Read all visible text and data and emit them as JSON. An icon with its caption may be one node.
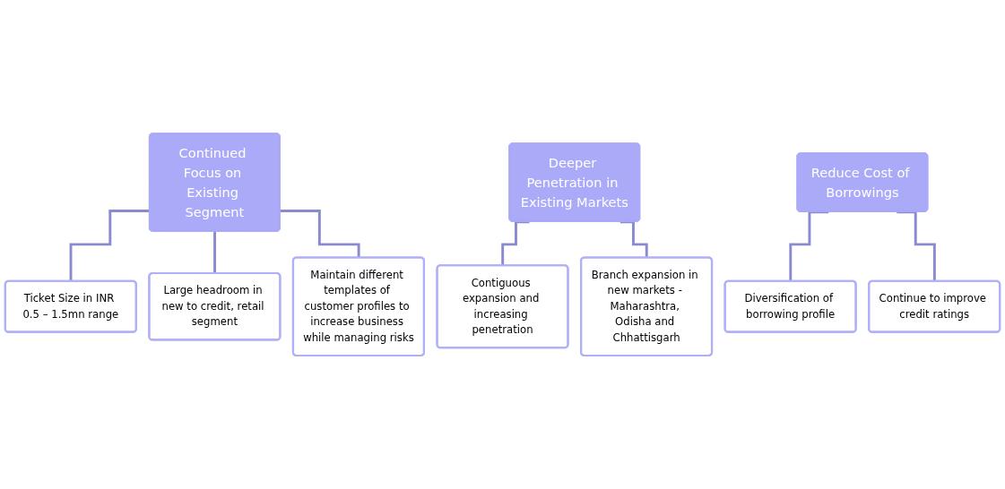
{
  "diagram": {
    "nodes": [
      {
        "text": [
          "Continued Focus on Existing Segment"
        ]
      },
      {
        "text": [
          "Ticket Size in INR 0.5 – 1.5mn range"
        ]
      },
      {
        "text": [
          "Large headroom in new to credit, retail segment"
        ]
      },
      {
        "text": [
          "Maintain different templates of customer profiles to increase business while managing risks"
        ]
      },
      {
        "text": [
          "Deeper Penetration in Existing Markets"
        ]
      },
      {
        "text": [
          "Contiguous expansion and increasing penetration"
        ]
      },
      {
        "text": [
          "Branch expansion in new markets - Maharashtra, Odisha and Chhattisgarh"
        ]
      },
      {
        "text": [
          "Reduce Cost of Borrowings"
        ]
      },
      {
        "text": [
          "Diversification of borrowing profile"
        ]
      },
      {
        "text": [
          "Continue to improve credit ratings"
        ]
      }
    ],
    "edges": [
      {
        "from": 0,
        "to": 1,
        "arrow": "none"
      },
      {
        "from": 0,
        "to": 2,
        "arrow": "none"
      },
      {
        "from": 0,
        "to": 3,
        "arrow": "none"
      },
      {
        "from": 4,
        "to": 5,
        "arrow": "none"
      },
      {
        "from": 4,
        "to": 6,
        "arrow": "none"
      },
      {
        "from": 7,
        "to": 8,
        "arrow": "none"
      },
      {
        "from": 7,
        "to": 9,
        "arrow": "none"
      }
    ]
  }
}
